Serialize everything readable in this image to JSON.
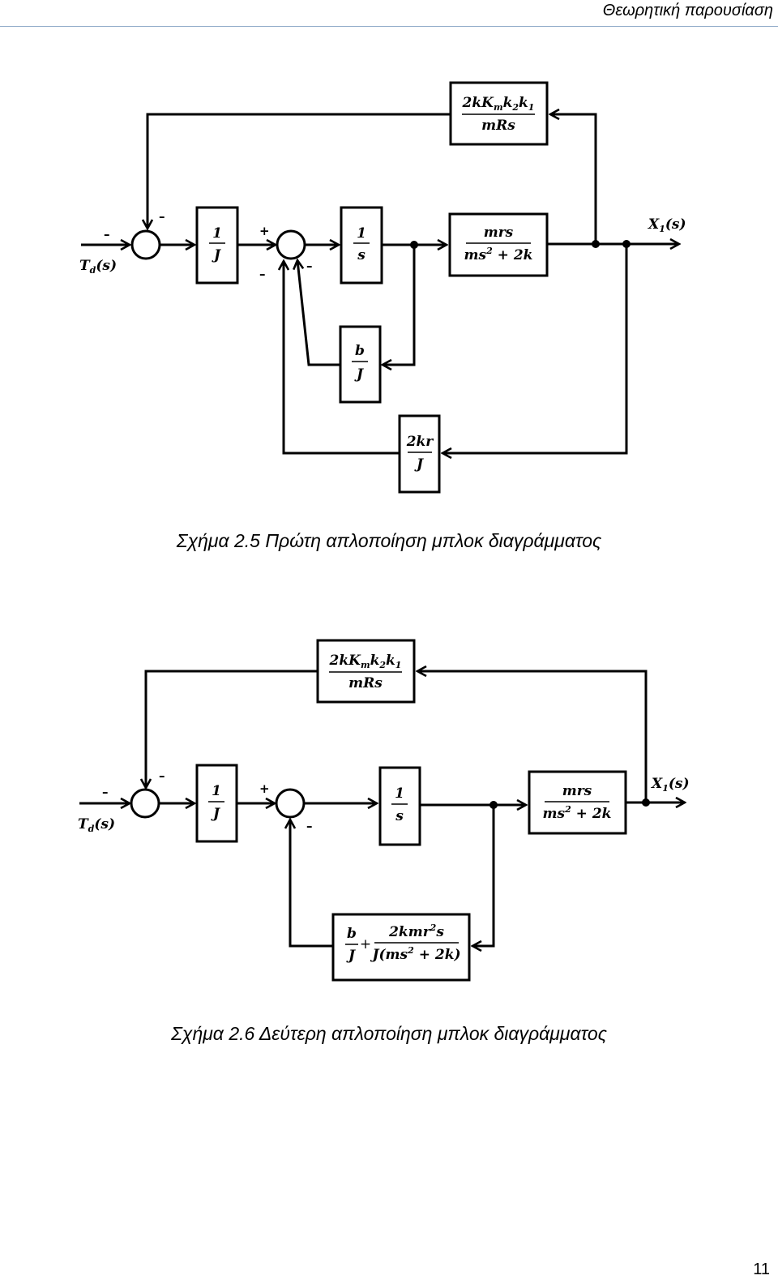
{
  "header": {
    "title": "Θεωρητική παρουσίαση"
  },
  "figure1": {
    "caption": "Σχήμα 2.5 Πρώτη απλοποίηση μπλοκ διαγράμματος",
    "input_label": "T_d(s)",
    "output_label": "X_1(s)",
    "blocks": {
      "feedback_top": {
        "num": "2kK_m k_2 k_1",
        "den": "mRs"
      },
      "inv_J": {
        "num": "1",
        "den": "J"
      },
      "integrator": {
        "num": "1",
        "den": "s"
      },
      "plant": {
        "num": "mrs",
        "den": "ms^2 + 2k"
      },
      "damping": {
        "num": "b",
        "den": "J"
      },
      "spring": {
        "num": "2kr",
        "den": "J"
      }
    },
    "signs": [
      "–",
      "–",
      "+",
      "–",
      "–"
    ]
  },
  "figure2": {
    "caption": "Σχήμα 2.6 Δεύτερη απλοποίηση μπλοκ διαγράμματος",
    "input_label": "T_d(s)",
    "output_label": "X_1(s)",
    "blocks": {
      "feedback_top": {
        "num": "2kK_m k_2 k_1",
        "den": "mRs"
      },
      "inv_J": {
        "num": "1",
        "den": "J"
      },
      "integrator": {
        "num": "1",
        "den": "s"
      },
      "plant": {
        "num": "mrs",
        "den": "ms^2 + 2k"
      },
      "combined": {
        "term1_num": "b",
        "term1_den": "J",
        "plus": "+",
        "term2_num": "2kmr^2 s",
        "term2_den": "J(ms^2 + 2k)"
      }
    },
    "signs": [
      "–",
      "–",
      "+",
      "–"
    ]
  },
  "page_number": "11"
}
